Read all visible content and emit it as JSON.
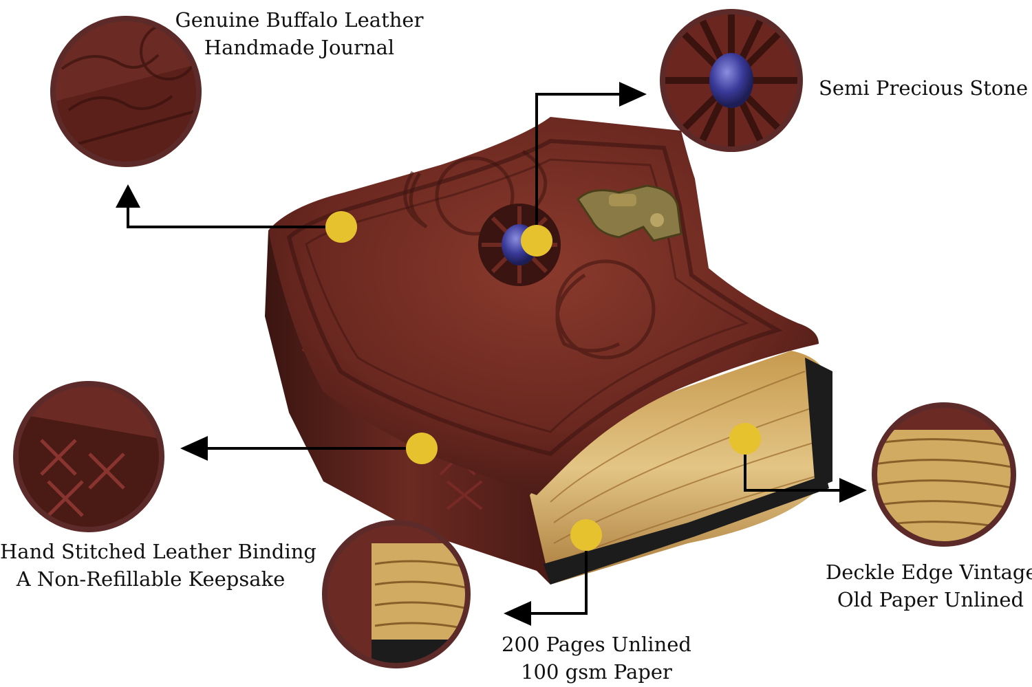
{
  "features": [
    {
      "id": "leather",
      "lines": [
        "Genuine Buffalo Leather",
        "Handmade Journal"
      ]
    },
    {
      "id": "stone",
      "lines": [
        "Semi Precious Stone"
      ]
    },
    {
      "id": "binding",
      "lines": [
        "Hand Stitched Leather Binding",
        "A Non-Refillable Keepsake"
      ]
    },
    {
      "id": "deckle",
      "lines": [
        "Deckle Edge Vintage",
        "Old Paper Unlined"
      ]
    },
    {
      "id": "pages",
      "lines": [
        "200 Pages Unlined",
        "100 gsm Paper"
      ]
    }
  ],
  "colors": {
    "hotspot": "#e6c22e",
    "ring": "#5c2a28",
    "leather": "#6e2a22",
    "paper": "#d8b36a",
    "stone": "#3a3a9a"
  }
}
